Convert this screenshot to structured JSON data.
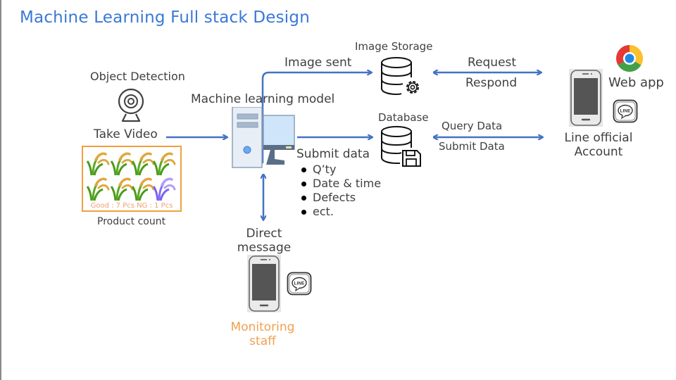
{
  "title": "Machine Learning Full stack Design",
  "nodes": {
    "object_detection": {
      "label": "Object Detection",
      "icon": "webcam-icon"
    },
    "take_video": {
      "label": "Take Video"
    },
    "product_count": {
      "label": "Product count",
      "summary": "Good : 7 Pcs  NG : 1 Pcs",
      "good_count": 7,
      "ng_count": 1,
      "icon": "rice-plant-icon"
    },
    "ml_model": {
      "label": "Machine learning model",
      "icon": "computer-icon"
    },
    "image_storage": {
      "label": "Image Storage",
      "icon": "database-gear-icon"
    },
    "database": {
      "label": "Database",
      "icon": "database-save-icon"
    },
    "web_app": {
      "label": "Web app",
      "icon": "chrome-icon"
    },
    "line_official": {
      "label_line1": "Line official",
      "label_line2": "Account",
      "icon": "smartphone-icon"
    },
    "direct_message": {
      "label_line1": "Direct",
      "label_line2": "message"
    },
    "monitoring_staff": {
      "label_line1": "Monitoring",
      "label_line2": "staff",
      "icon": "smartphone-icon"
    }
  },
  "edges": {
    "image_sent": "Image sent",
    "request": "Request",
    "respond": "Respond",
    "query_data": "Query Data",
    "submit_data_right": "Submit Data",
    "submit_data": "Submit data",
    "submit_items": [
      "Q’ty",
      "Date & time",
      "Defects",
      "ect."
    ]
  },
  "line_badge": "LINE",
  "colors": {
    "title": "#3a78d8",
    "arrow": "#4472c4",
    "highlight": "#f0a040",
    "text": "#404040"
  }
}
